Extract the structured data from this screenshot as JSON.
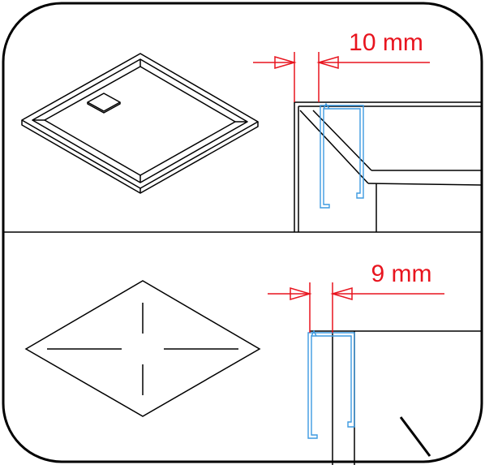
{
  "dimensions": {
    "top": {
      "label": "10 mm",
      "value": 10,
      "unit": "mm"
    },
    "bottom": {
      "label": "9 mm",
      "value": 9,
      "unit": "mm"
    }
  },
  "colors": {
    "line": "#000000",
    "dimension": "#e8141e",
    "profile": "#3d9ae0",
    "background": "#ffffff"
  }
}
